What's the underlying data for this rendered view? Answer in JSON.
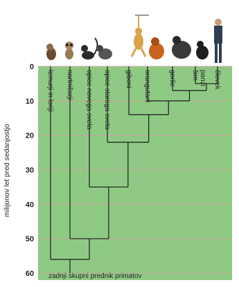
{
  "y_axis": {
    "title": "milijonov let pred sedanjostjo",
    "ticks": [
      0,
      10,
      20,
      30,
      40,
      50,
      60
    ],
    "range": [
      0,
      62
    ]
  },
  "taxa": [
    {
      "label": "lemurji in loriji",
      "animal": "lemur-icon"
    },
    {
      "label": "nartničarji",
      "animal": "tarsier-icon"
    },
    {
      "label": "opice novega sveta",
      "animal": "new-world-monkey-icon"
    },
    {
      "label": "opice starega sveta",
      "animal": "old-world-monkey-icon"
    },
    {
      "label": "giboni",
      "animal": "gibbon-icon"
    },
    {
      "label": "orangutani",
      "animal": "orangutan-icon"
    },
    {
      "label": "gorile",
      "animal": "gorilla-icon"
    },
    {
      "label": "šim-\npanzi",
      "animal": "chimpanzee-icon"
    },
    {
      "label": "človek",
      "animal": "human-icon"
    }
  ],
  "splits_mya": [
    56,
    50,
    35,
    22,
    14,
    10,
    7,
    5
  ],
  "footer_label": "zadnji skupni prednik primatov",
  "colors": {
    "plot_background": "#8fca84",
    "grid_lines": "#c9a09a",
    "tree_lines": "#1a1a1a",
    "text": "#222222"
  }
}
